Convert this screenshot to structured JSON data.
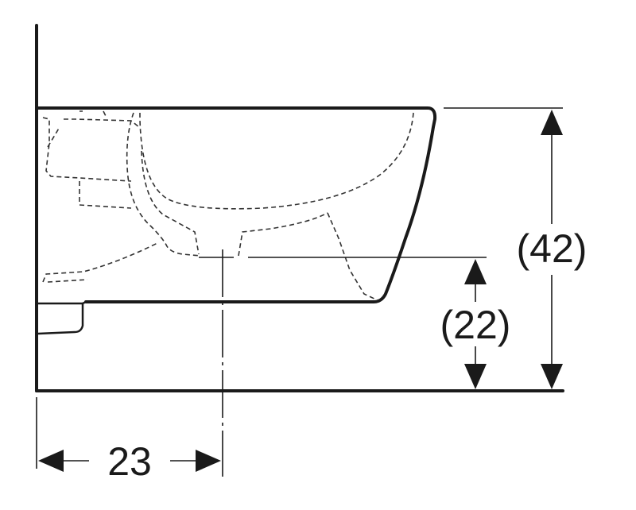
{
  "dimensions": {
    "total_height": "(42)",
    "outlet_height": "(22)",
    "outlet_distance": "23"
  },
  "colors": {
    "line": "#1a1a1a",
    "background": "#ffffff"
  }
}
